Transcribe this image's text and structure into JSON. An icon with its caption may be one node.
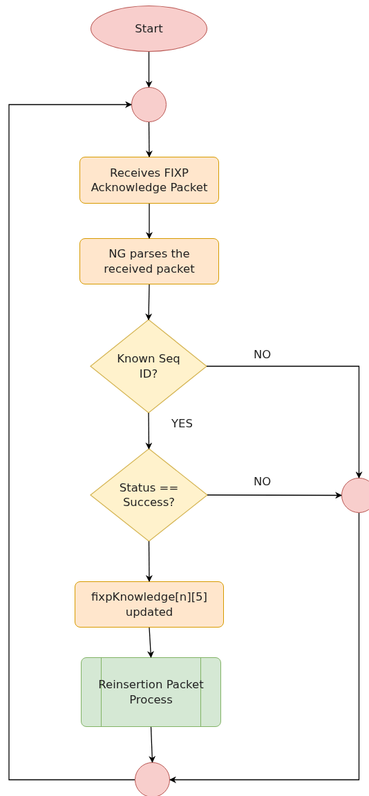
{
  "diagram": {
    "nodes": [
      {
        "text": [
          "Start"
        ]
      },
      {
        "text": [],
        "shape": "circle"
      },
      {
        "text": [
          "Receives FIXP Acknowledge Packet"
        ]
      },
      {
        "text": [
          "NG parses the received packet"
        ]
      },
      {
        "text": [
          "Known Seq ID?"
        ]
      },
      {
        "text": [
          "Status == Success?"
        ]
      },
      {
        "text": [],
        "shape": "circle"
      },
      {
        "text": [
          "fixpKnowledge[n][5] updated"
        ]
      },
      {
        "text": [
          "Reinsertion Packet Process"
        ]
      },
      {
        "text": [],
        "shape": "circle"
      }
    ],
    "edges": [
      {
        "from": 0,
        "to": 1,
        "arrow": "to"
      },
      {
        "from": 1,
        "to": 2,
        "arrow": "to"
      },
      {
        "from": 2,
        "to": 3,
        "arrow": "to"
      },
      {
        "from": 3,
        "to": 4,
        "arrow": "to"
      },
      {
        "from": 4,
        "to": 5,
        "arrow": "to",
        "label": "YES"
      },
      {
        "from": 4,
        "to": 6,
        "arrow": "to",
        "label": "NO"
      },
      {
        "from": 5,
        "to": 6,
        "arrow": "to",
        "label": "NO"
      },
      {
        "from": 5,
        "to": 7,
        "arrow": "to"
      },
      {
        "from": 7,
        "to": 8,
        "arrow": "to"
      },
      {
        "from": 8,
        "to": 9,
        "arrow": "to"
      },
      {
        "from": 6,
        "to": 9,
        "arrow": "to"
      },
      {
        "from": 9,
        "to": 1,
        "arrow": "to"
      }
    ]
  }
}
